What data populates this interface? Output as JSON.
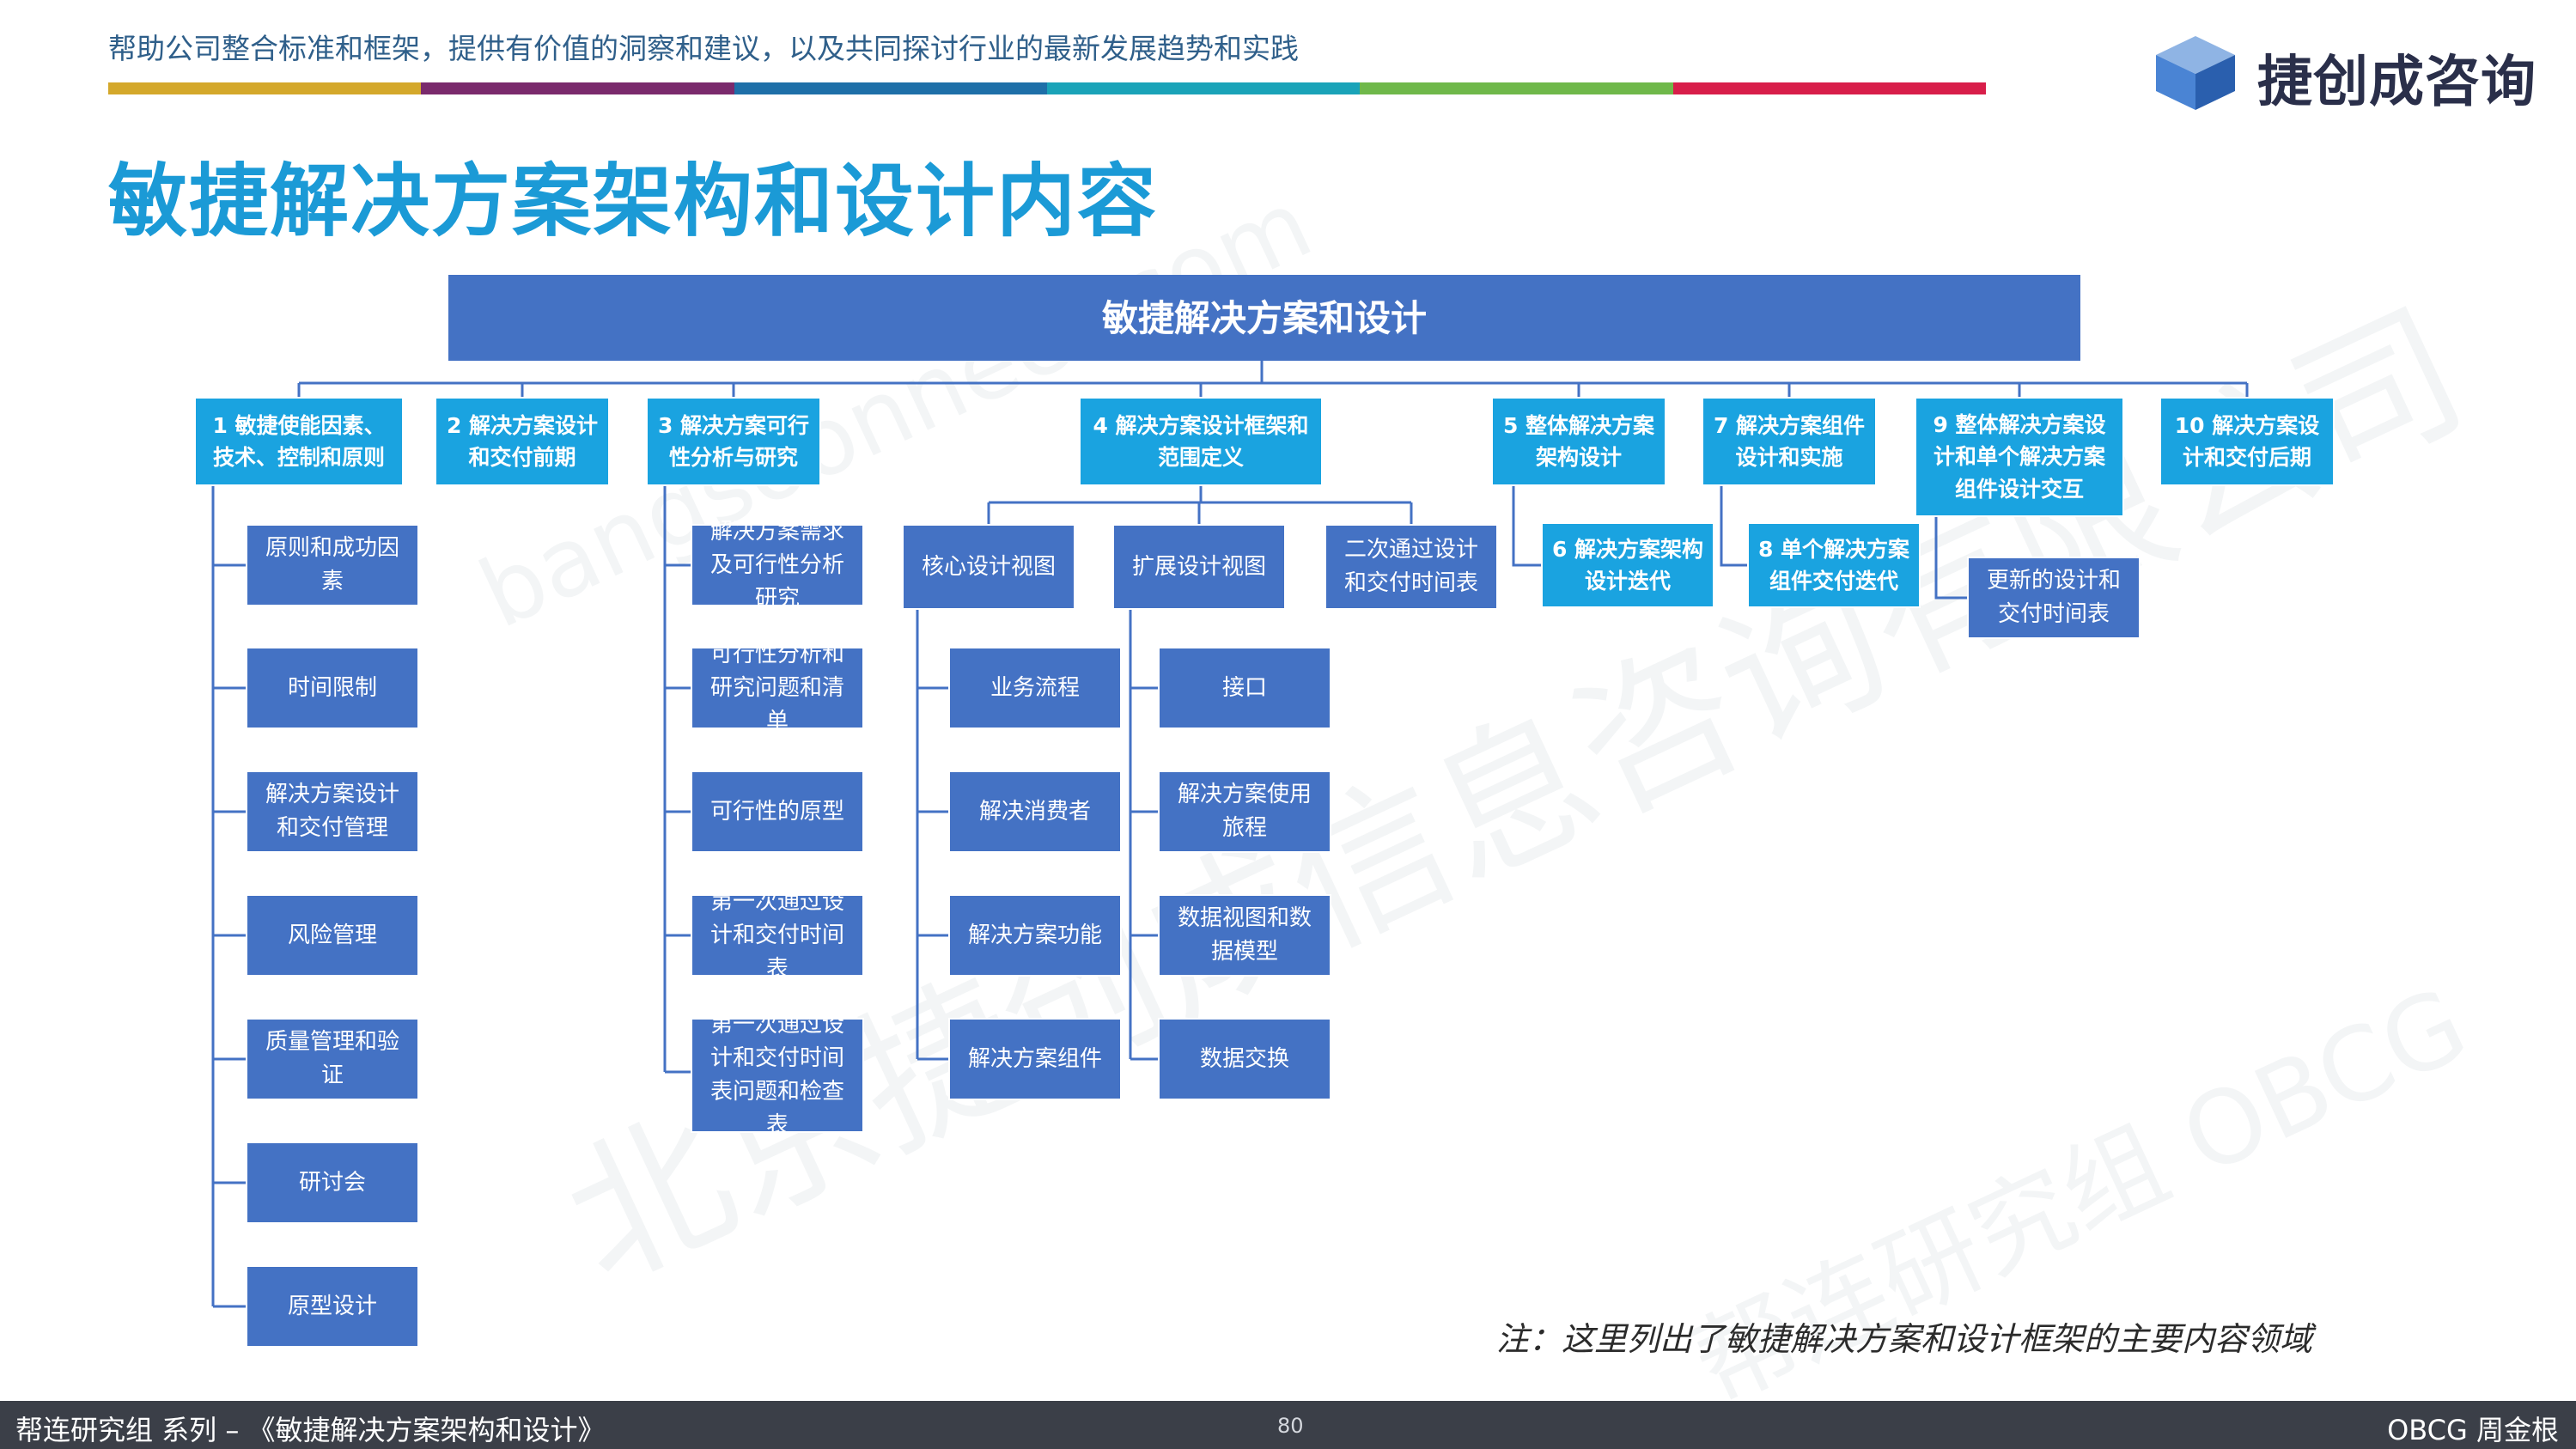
{
  "header": {
    "tagline": "帮助公司整合标准和框架，提供有价值的洞察和建议，以及共同探讨行业的最新发展趋势和实践",
    "color_bar": [
      "#d4a82b",
      "#7a2a6c",
      "#1e6fa8",
      "#1aa3b8",
      "#6fb84a",
      "#d81e4a"
    ],
    "logo_text": "捷创成咨询",
    "logo_icon": "cube-icon"
  },
  "title": "敏捷解决方案架构和设计内容",
  "diagram": {
    "root": "敏捷解决方案和设计",
    "categories": [
      "1 敏捷使能因素、技术、控制和原则",
      "2 解决方案设计和交付前期",
      "3 解决方案可行性分析与研究",
      "4 解决方案设计框架和范围定义",
      "5 整体解决方案架构设计",
      "7 解决方案组件设计和实施",
      "9 整体解决方案设计和单个解决方案组件设计交互",
      "10 解决方案设计和交付后期"
    ],
    "sub_categories": [
      "6 解决方案架构设计迭代",
      "8 单个解决方案组件交付迭代"
    ],
    "cat1_items": [
      "原则和成功因素",
      "时间限制",
      "解决方案设计和交付管理",
      "风险管理",
      "质量管理和验证",
      "研讨会",
      "原型设计"
    ],
    "cat3_items": [
      "解决方案需求及可行性分析研究",
      "可行性分析和研究问题和清单",
      "可行性的原型",
      "第一次通过设计和交付时间表",
      "第一次通过设计和交付时间表问题和检查表"
    ],
    "cat4_views": [
      "核心设计视图",
      "扩展设计视图",
      "二次通过设计和交付时间表"
    ],
    "core_items": [
      "业务流程",
      "解决消费者",
      "解决方案功能",
      "解决方案组件"
    ],
    "ext_items": [
      "接口",
      "解决方案使用旅程",
      "数据视图和数据模型",
      "数据交换"
    ],
    "cat9_items": [
      "更新的设计和交付时间表"
    ]
  },
  "watermarks": [
    "北京捷创成信息咨询有限公司",
    "bangsoonnect.com",
    "帮连研究组 OBCG"
  ],
  "note": "注：这里列出了敏捷解决方案和设计框架的主要内容领域",
  "footer": {
    "left": "帮连研究组 系列 – 《敏捷解决方案架构和设计》",
    "page": "80",
    "right": "OBCG 周金根"
  }
}
